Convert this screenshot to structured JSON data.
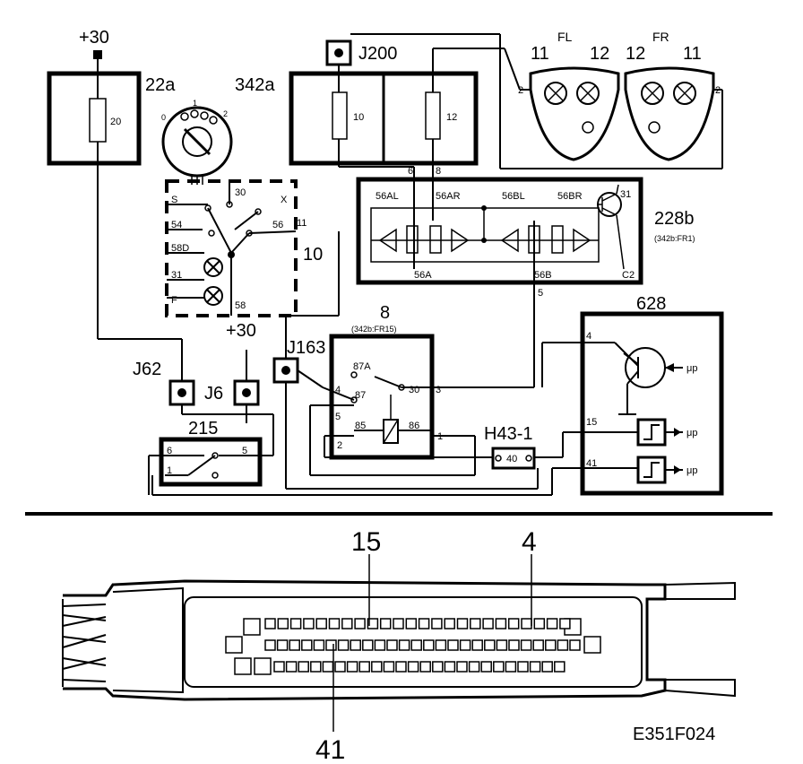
{
  "labels": {
    "plus30_top": "+30",
    "plus30_mid": "+30",
    "fuse_box_22a": "22a",
    "fuse_22a": "20",
    "fuse_box_342a": "342a",
    "fuse_10": "10",
    "fuse_12": "12",
    "j200": "J200",
    "j62": "J62",
    "j6": "J6",
    "j163": "J163",
    "h43": "H43-1",
    "h43_pin": "40",
    "switch_10": "10",
    "relay_8": "8",
    "relay_8_ref": "(342b:FR15)",
    "module_228b": "228b",
    "module_228b_ref": "(342b:FR1)",
    "ecu_628": "628",
    "switch_215": "215",
    "lamp_fl": "FL",
    "lamp_fr": "FR",
    "fl_left": "11",
    "fl_right": "12",
    "fr_left": "12",
    "fr_right": "11",
    "fl_pin": "2",
    "fr_pin": "2",
    "rot_0": "0",
    "rot_1": "1",
    "rot_2": "2",
    "sw_s": "S",
    "sw_30": "30",
    "sw_x": "X",
    "sw_54": "54",
    "sw_56": "56",
    "sw_11": "11",
    "sw_58d": "58D",
    "sw_31": "31",
    "sw_f": "F",
    "sw_58": "58",
    "m_6": "6",
    "m_8": "8",
    "m_56al": "56AL",
    "m_56ar": "56AR",
    "m_56bl": "56BL",
    "m_56br": "56BR",
    "m_31": "31",
    "m_56a": "56A",
    "m_56b": "56B",
    "m_c2": "C2",
    "m_5": "5",
    "r_87a": "87A",
    "r_87": "87",
    "r_85": "85",
    "r_86": "86",
    "r_30": "30",
    "r_3": "3",
    "r_4": "4",
    "r_5": "5",
    "r_2": "2",
    "r_1": "1",
    "ecu_4": "4",
    "ecu_15": "15",
    "ecu_41": "41",
    "mu1": "μp",
    "mu2": "μp",
    "mu3": "μp",
    "sw215_6": "6",
    "sw215_5": "5",
    "sw215_1": "1",
    "conn_15": "15",
    "conn_4": "4",
    "conn_41": "41",
    "figure_id": "E351F024"
  }
}
